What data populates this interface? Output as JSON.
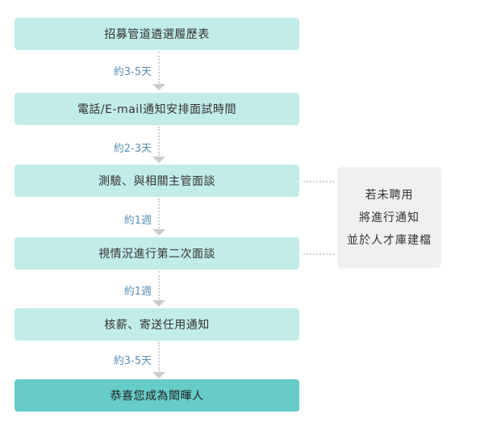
{
  "steps": [
    {
      "label": "招募管道遴選履歷表"
    },
    {
      "label": "電話/E-mail通知安排面試時間"
    },
    {
      "label": "測驗、與相關主管面談"
    },
    {
      "label": "視情況進行第二次面談"
    },
    {
      "label": "核薪、寄送任用通知"
    },
    {
      "label": "恭喜您成為閎暉人"
    }
  ],
  "durations": [
    "約3-5天",
    "約2-3天",
    "約1週",
    "約1週",
    "約3-5天"
  ],
  "side_note": {
    "lines": [
      "若未聘用",
      "將進行通知",
      "並於人才庫建檔"
    ]
  },
  "colors": {
    "step_fill": "#c2ece8",
    "final_fill": "#66ccc8",
    "note_fill": "#f0f0f0",
    "duration_text": "#5b8fb5",
    "connector": "#cccccc"
  }
}
